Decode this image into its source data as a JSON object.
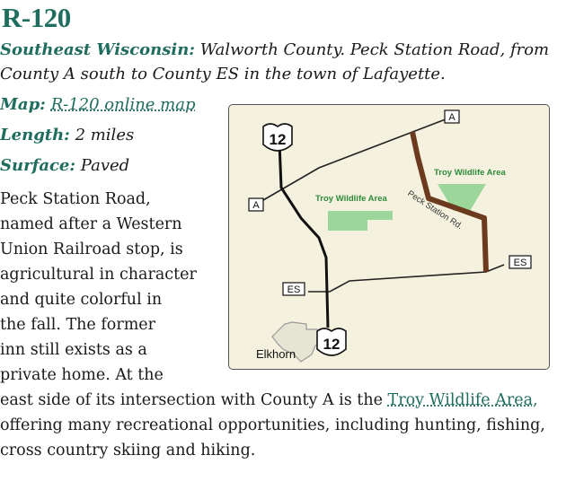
{
  "title": "R-120",
  "region": {
    "label": "Southeast Wisconsin:",
    "description": "Walworth County. Peck Station Road, from County A south to County ES in the town of Lafayette."
  },
  "map_link": {
    "label": "Map:",
    "text": "R-120 online map"
  },
  "length": {
    "label": "Length:",
    "value": "2 miles"
  },
  "surface": {
    "label": "Surface:",
    "value": "Paved"
  },
  "body": {
    "lines": [
      "Peck Station Road,",
      "named after a Western",
      "Union Railroad stop, is",
      "agricultural in character",
      "and quite colorful in",
      "the fall. The former",
      "inn still exists as a",
      "private home. At the"
    ],
    "tail_before": "east side of its intersection with County A is the ",
    "tail_link": "Troy Wildlife Area,",
    "tail_after": " offering many recreational opportunities, including hunting, fishing, cross country skiing and hiking."
  },
  "map": {
    "shield_12_top": "12",
    "shield_12_bottom": "12",
    "label_a_top": "A",
    "label_a_left": "A",
    "label_es_left": "ES",
    "label_es_right": "ES",
    "area_label_1": "Troy Wildlife Area",
    "area_label_2": "Troy Wildlife Area",
    "road_label": "Peck Station Rd.",
    "city_label": "Elkhorn",
    "colors": {
      "route": "#6b3a1f",
      "wildlife": "#9cd69a",
      "wildlife_text": "#2e8a3a",
      "road": "#222222"
    }
  }
}
